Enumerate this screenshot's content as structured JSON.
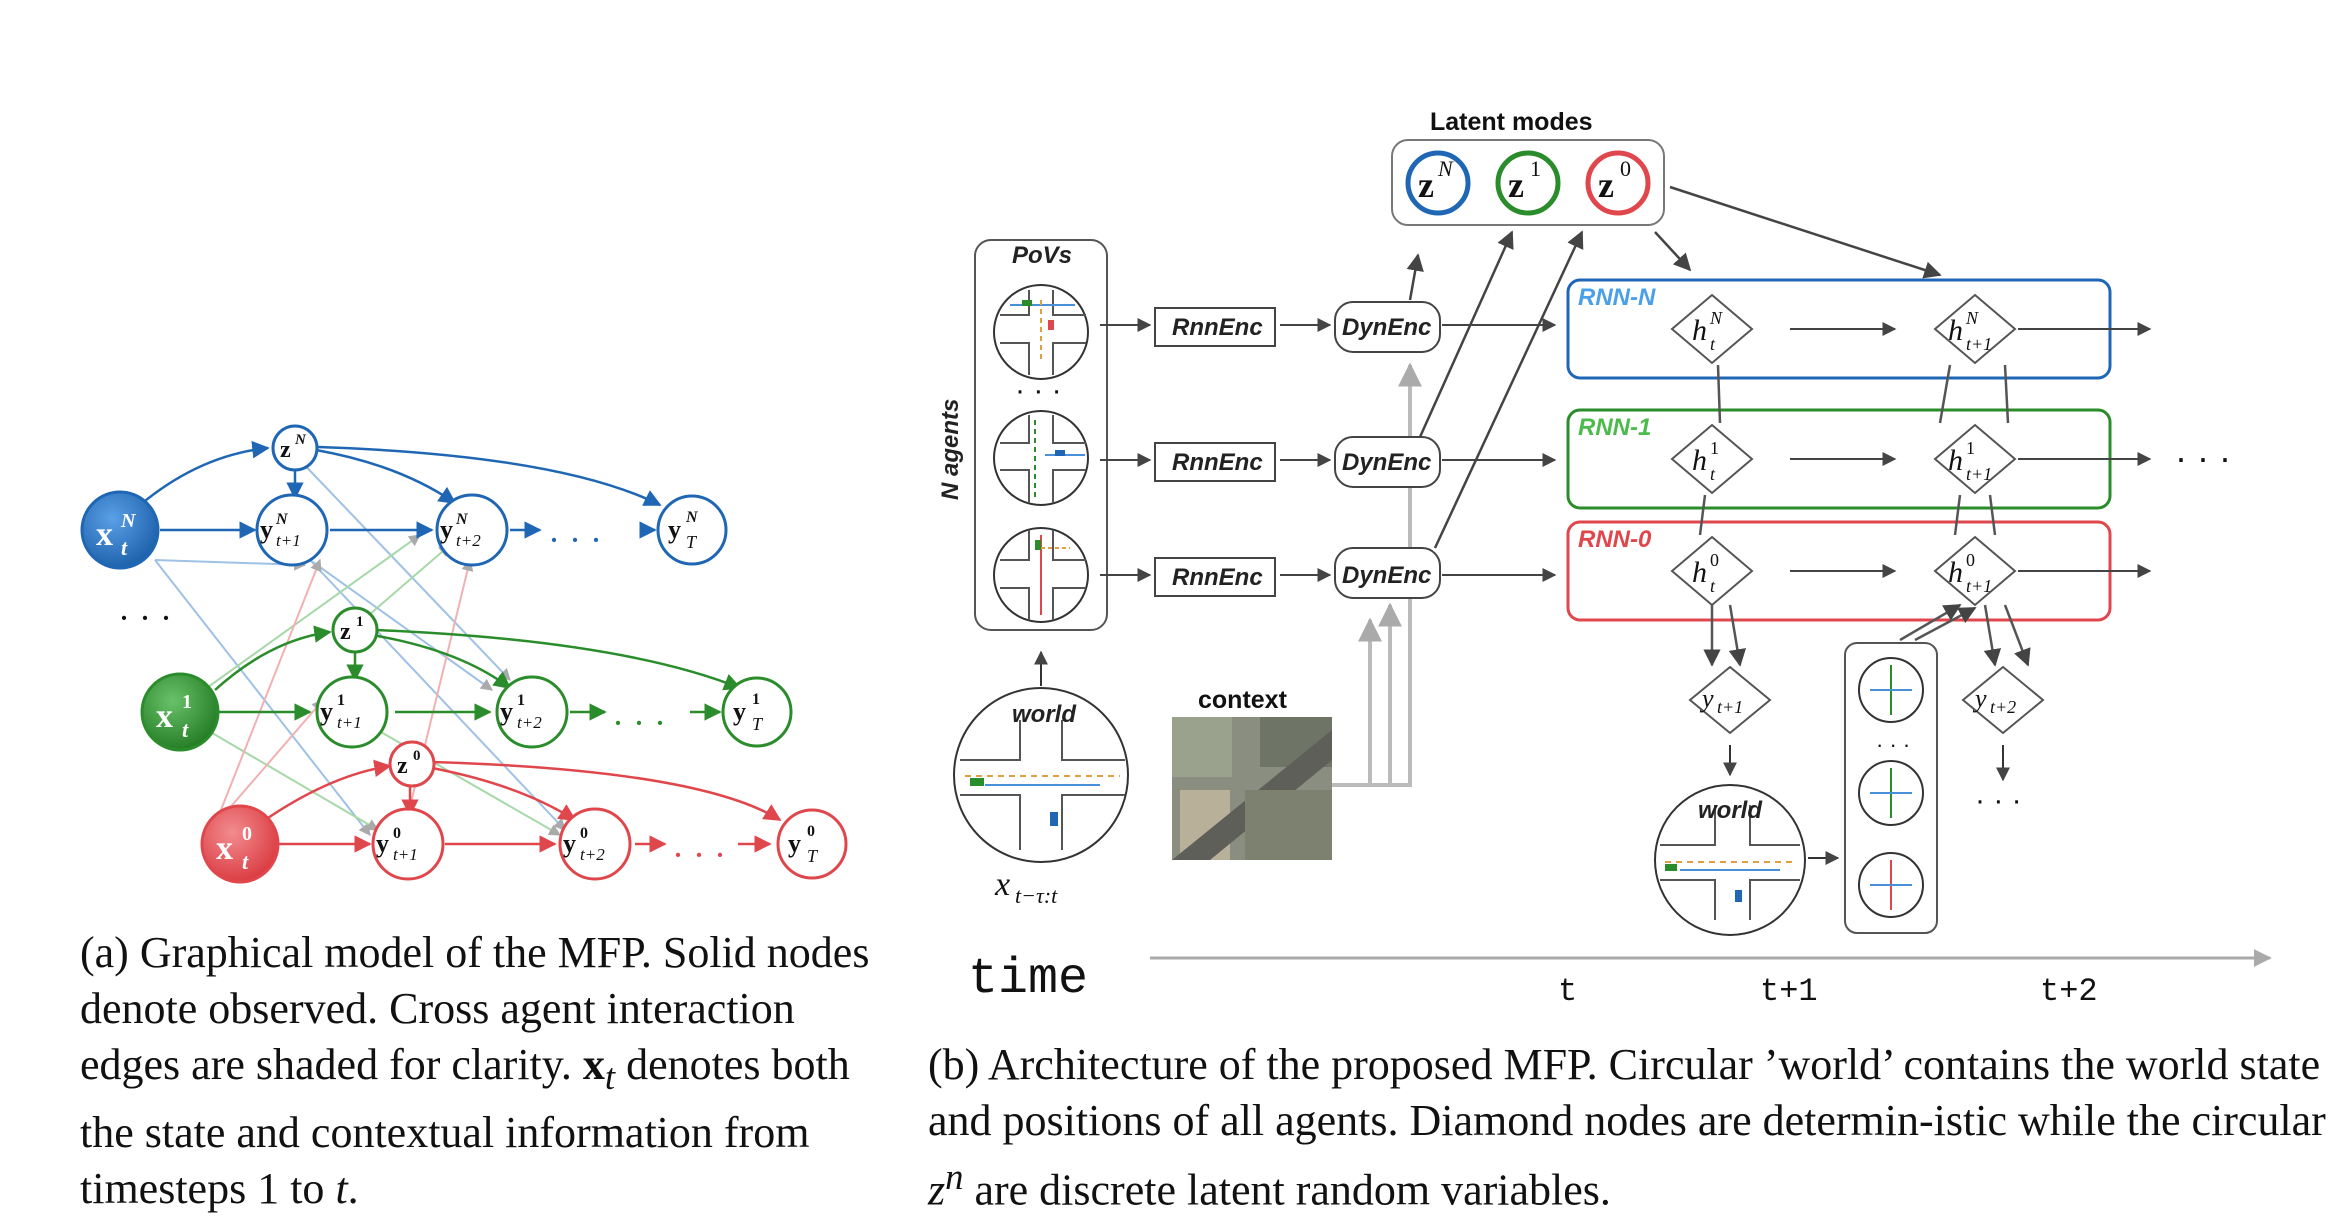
{
  "panel_a": {
    "nodes": {
      "xN": "x",
      "xN_sup": "N",
      "xN_sub": "t",
      "zN": "z",
      "zN_sup": "N",
      "yN1": "y",
      "yN1_sup": "N",
      "yN1_sub": "t+1",
      "yN2": "y",
      "yN2_sup": "N",
      "yN2_sub": "t+2",
      "yNT": "y",
      "yNT_sup": "N",
      "yNT_sub": "T",
      "x1": "x",
      "x1_sup": "1",
      "x1_sub": "t",
      "z1": "z",
      "z1_sup": "1",
      "y11": "y",
      "y11_sup": "1",
      "y11_sub": "t+1",
      "y12": "y",
      "y12_sup": "1",
      "y12_sub": "t+2",
      "y1T": "y",
      "y1T_sup": "1",
      "y1T_sub": "T",
      "x0": "x",
      "x0_sup": "0",
      "x0_sub": "t",
      "z0": "z",
      "z0_sup": "0",
      "y01": "y",
      "y01_sup": "0",
      "y01_sub": "t+1",
      "y02": "y",
      "y02_sup": "0",
      "y02_sub": "t+2",
      "y0T": "y",
      "y0T_sup": "0",
      "y0T_sub": "T"
    },
    "ellipsis": "· · ·",
    "colors": {
      "blue": "#1f67b4",
      "green": "#2a8c2a",
      "red": "#e0474c"
    }
  },
  "panel_b": {
    "latent_title": "Latent modes",
    "z_nodes": [
      {
        "sym": "z",
        "sup": "N",
        "color": "#1f67b4"
      },
      {
        "sym": "z",
        "sup": "1",
        "color": "#2a8c2a"
      },
      {
        "sym": "z",
        "sup": "0",
        "color": "#e0474c"
      }
    ],
    "povs_label": "PoVs",
    "n_agents_label": "N agents",
    "rnnenc": "RnnEnc",
    "dynenc": "DynEnc",
    "world_label": "world",
    "context_label": "context",
    "x_input": "x",
    "x_input_sub": "t−τ:t",
    "rnn_rows": [
      {
        "label": "RNN-N",
        "color": "#1f67b4",
        "h": "h",
        "sup": "N"
      },
      {
        "label": "RNN-1",
        "color": "#2a8c2a",
        "h": "h",
        "sup": "1"
      },
      {
        "label": "RNN-0",
        "color": "#e0474c",
        "h": "h",
        "sup": "0"
      }
    ],
    "h_sub_t": "t",
    "h_sub_t1": "t+1",
    "y_sym": "y",
    "y_sub_1": "t+1",
    "y_sub_2": "t+2",
    "dots": "· · ·",
    "time_label": "time",
    "ticks": [
      "t",
      "t+1",
      "t+2"
    ]
  },
  "captions": {
    "a": "(a) Graphical model of the MFP. Solid nodes denote observed. Cross agent interaction edges are shaded for clarity. x_t denotes both the state and contextual information from timesteps 1 to t.",
    "a_parts": {
      "p1": "(a) Graphical model of the MFP. Solid nodes denote observed. Cross agent interaction edges are shaded for clarity. ",
      "x": "x",
      "t": "t",
      "p2": " denotes both the state and contextual information from timesteps 1 to ",
      "tend": "t",
      "p3": "."
    },
    "b": "(b) Architecture of the proposed MFP. Circular ’world’ contains the world state and positions of all agents. Diamond nodes are determin- istic while the circular zⁿ are discrete latent random variables.",
    "b_parts": {
      "p1": "(b) Architecture of the proposed MFP. Circular ’world’ contains the world state and positions of all agents. Diamond nodes are determin-istic while the circular ",
      "z": "z",
      "n": "n",
      "p2": " are discrete latent random variables."
    }
  }
}
